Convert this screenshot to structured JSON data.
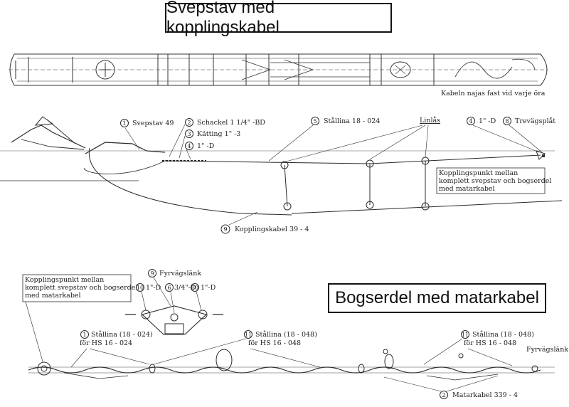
{
  "title_top": "Svepstav med kopplingskabel",
  "title_bottom": "Bogserdel med matarkabel",
  "top_diagram": {
    "note": "Kabeln najas fast vid varje öra"
  },
  "middle_diagram": {
    "labels": {
      "svepstav": {
        "num": "1",
        "text": "Svepstav 49"
      },
      "schackel": {
        "num": "2",
        "text": "Schackel 1 1/4\" -BD"
      },
      "katting": {
        "num": "3",
        "text": "Kätting 1\" -3"
      },
      "d_shackle_left": {
        "num": "4",
        "text": "1\" -D"
      },
      "stallina": {
        "num": "5",
        "text": "Stållina 18 - 024"
      },
      "linlas": {
        "text": "Linlås"
      },
      "d_shackle_right": {
        "num": "4",
        "text": "1\" -D"
      },
      "trevagsplat": {
        "num": "8",
        "text": "Trevägsplåt"
      },
      "kopplingskabel": {
        "num": "9",
        "text": "Kopplingskabel 39 - 4"
      }
    },
    "callout": [
      "Kopplingspunkt mellan",
      "komplett svepstav och bogserdel",
      "med matarkabel"
    ]
  },
  "bottom_diagram": {
    "callout": [
      "Kopplingspunkt mellan",
      "komplett svepstav och bogserdel",
      "med matarkabel"
    ],
    "fyrvagslank": {
      "num": "9",
      "text": "Fyrvägslänk"
    },
    "d_left": {
      "num": "10",
      "text": "1\"-D"
    },
    "d_mid": {
      "num": "6",
      "text": "3/4\"-D"
    },
    "d_right": {
      "num": "10",
      "text": "1\"-D"
    },
    "stallina_left": {
      "num": "1",
      "text1": "Stållina (18 - 024)",
      "text2": "för HS 16 - 024"
    },
    "stallina_mid": {
      "num": "11",
      "text1": "Stållina (18 - 048)",
      "text2": "för HS 16 - 048"
    },
    "stallina_right": {
      "num": "11",
      "text1": "Stållina (18 - 048)",
      "text2": "för HS 16 - 048"
    },
    "fyrvagslank_end": {
      "text": "Fyrvägslänk"
    },
    "matarkabel": {
      "num": "2",
      "text": "Matarkabel 339 - 4"
    }
  }
}
